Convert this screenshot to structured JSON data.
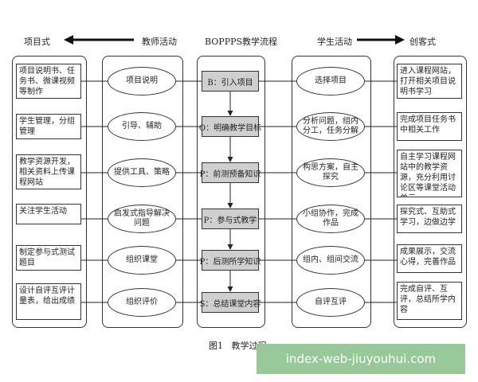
{
  "headers": {
    "project": "项目式",
    "teacher": "教师活动",
    "boppps": "BOPPPS教学流程",
    "student": "学生活动",
    "creative": "创客式"
  },
  "rows": [
    {
      "project": "项目说明书、任务书、微课视频等制作",
      "teacher": "项目说明",
      "stage": "B：引入项目",
      "student": "选择项目",
      "creative": "进入课程网站，打开相关项目说明书学习"
    },
    {
      "project": "学生管理，分组管理",
      "teacher": "引导、辅助",
      "stage": "O：明确教学目标",
      "student": "分析问题，组内分工，任务分解",
      "creative": "完成项目任务书中相关工作"
    },
    {
      "project": "教学资源开发，相关资料上传课程网站",
      "teacher": "提供工具、策略",
      "stage": "P：前测预备知识",
      "student": "构思方案，自主探究",
      "creative": "自主学习课程网站中的教学资源，充分利用讨论区等课堂活动单元"
    },
    {
      "project": "关注学生活动",
      "teacher": "启发式指导解决问题",
      "stage": "P：参与式教学",
      "student": "小组协作，完成作品",
      "creative": "探究式、互助式学习，边做边学"
    },
    {
      "project": "制定参与式测试题目",
      "teacher": "组织课堂",
      "stage": "P：后测所学知识",
      "student": "组内、组间交流",
      "creative": "成果展示，交流心得，完善作品"
    },
    {
      "project": "设计自评互评计量表，给出成绩",
      "teacher": "组织评价",
      "stage": "S：总结课堂内容",
      "student": "自评互评",
      "creative": "完成自评、互评，总结所学内容"
    }
  ],
  "caption": {
    "label": "图1",
    "title": "教学过程"
  },
  "watermark": "index-web-jiuyouhui.com"
}
